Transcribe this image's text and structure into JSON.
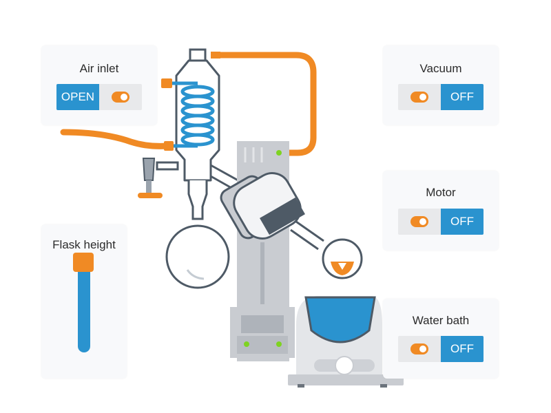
{
  "controls": {
    "air_inlet": {
      "title": "Air inlet",
      "state": "OPEN"
    },
    "vacuum": {
      "title": "Vacuum",
      "state": "OFF"
    },
    "motor": {
      "title": "Motor",
      "state": "OFF"
    },
    "water_bath": {
      "title": "Water bath",
      "state": "OFF"
    },
    "flask_height": {
      "title": "Flask height",
      "level_fraction": 1.0
    }
  },
  "icons": [
    "toggle-knob-icon",
    "slider-handle-icon"
  ],
  "colors": {
    "accent_orange": "#f08a24",
    "accent_blue": "#2a93cf",
    "glass_stroke": "#4e5a66",
    "machine_grey": "#c9ccd1",
    "indicator_green": "#7ed321"
  }
}
